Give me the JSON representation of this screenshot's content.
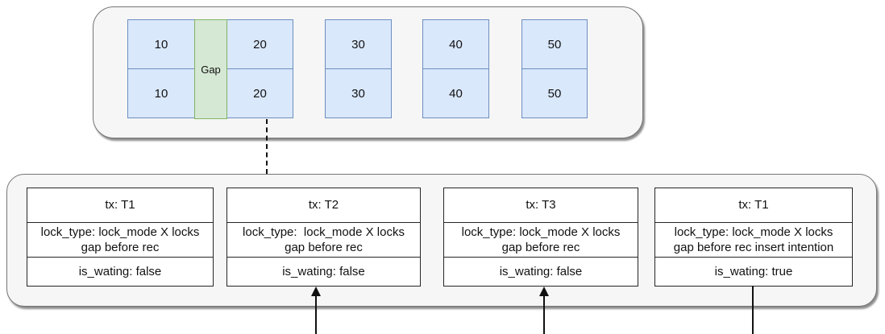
{
  "colors": {
    "record_fill": "#dae8fc",
    "record_border": "#6c8ebf",
    "gap_fill": "#d5e8d4",
    "gap_border": "#82b366",
    "panel_fill": "#f6f6f6"
  },
  "index_row": {
    "gap_label": "Gap",
    "records": [
      {
        "top": "10",
        "bottom": "10"
      },
      {
        "top": "20",
        "bottom": "20"
      },
      {
        "top": "30",
        "bottom": "30"
      },
      {
        "top": "40",
        "bottom": "40"
      },
      {
        "top": "50",
        "bottom": "50"
      }
    ]
  },
  "lock_cards": [
    {
      "tx": "tx: T1",
      "lock_type": "lock_type: lock_mode X locks\ngap before rec",
      "is_waiting": "is_wating: false"
    },
    {
      "tx": "tx: T2",
      "lock_type": "lock_type:  lock_mode X locks\ngap before rec",
      "is_waiting": "is_wating: false"
    },
    {
      "tx": "tx: T3",
      "lock_type": "lock_type: lock_mode X locks\ngap before rec",
      "is_waiting": "is_wating: false"
    },
    {
      "tx": "tx: T1",
      "lock_type": "lock_type: lock_mode X locks\ngap before rec insert intention",
      "is_waiting": "is_wating: true"
    }
  ]
}
